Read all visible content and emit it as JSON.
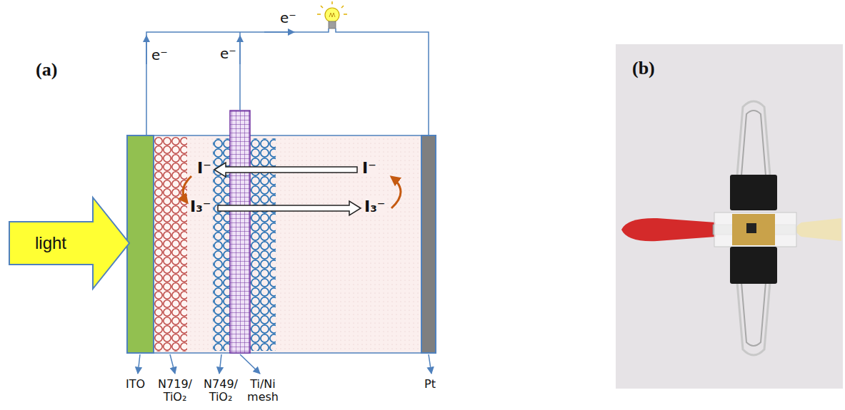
{
  "diagram": {
    "nodes": [
      {
        "text": [
          "light"
        ]
      }
    ],
    "labels": [
      "(a)",
      "e⁻",
      "e⁻",
      "e⁻",
      "I⁻",
      "I⁻",
      "I₃⁻",
      "I₃⁻",
      "ITO",
      "N719/ TiO₂",
      "N749/ TiO₂",
      "Ti/Ni mesh",
      "Pt",
      "(b)"
    ]
  }
}
